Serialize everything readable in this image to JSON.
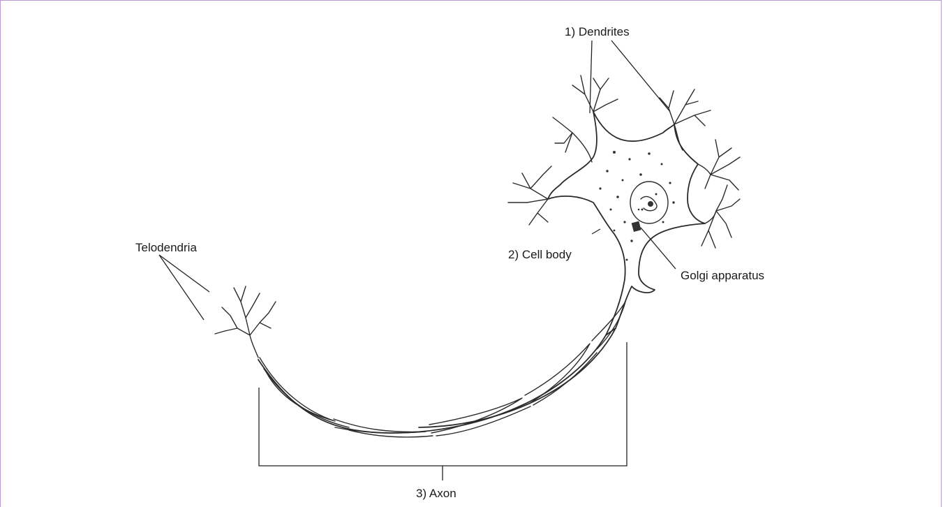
{
  "labels": {
    "dendrites": "1) Dendrites",
    "cell_body": "2) Cell body",
    "axon": "3) Axon",
    "golgi": "Golgi apparatus",
    "telodendria": "Telodendria"
  },
  "colors": {
    "border": "#b79ad0",
    "ink": "#2b2b2b",
    "background": "#ffffff"
  }
}
